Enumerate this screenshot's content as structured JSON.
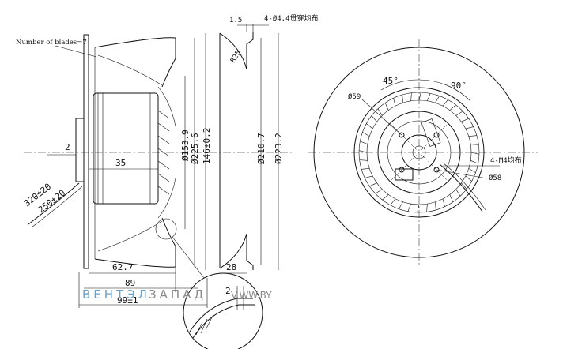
{
  "side_view": {
    "blades_note": "Number of blades=7",
    "dim_2": "2",
    "dim_35": "35",
    "dim_627": "62.7",
    "dim_89": "89",
    "dim_99": "99±1",
    "dim_1539": "Ø153.9",
    "dim_2256": "Ø225.6",
    "dim_146": "146±0.2",
    "dim_2107": "Ø210.7",
    "dim_2232": "Ø223.2",
    "dim_28": "28",
    "dim_15": "1.5",
    "dim_holes_top": "4-Ø4.4贯穿均布",
    "dim_r25": "R25",
    "cable_320": "320±20",
    "cable_250": "250±20"
  },
  "detail_view": {
    "dim_2": "2"
  },
  "front_view": {
    "angle_45": "45°",
    "angle_90": "90°",
    "dim_59": "Ø59",
    "dim_58": "Ø58",
    "holes_m4": "4-M4均布"
  },
  "watermark": {
    "part1": "ВЕНТЭЛ",
    "part2": "ЗАПАД",
    "domain": "V.WW.BY"
  }
}
